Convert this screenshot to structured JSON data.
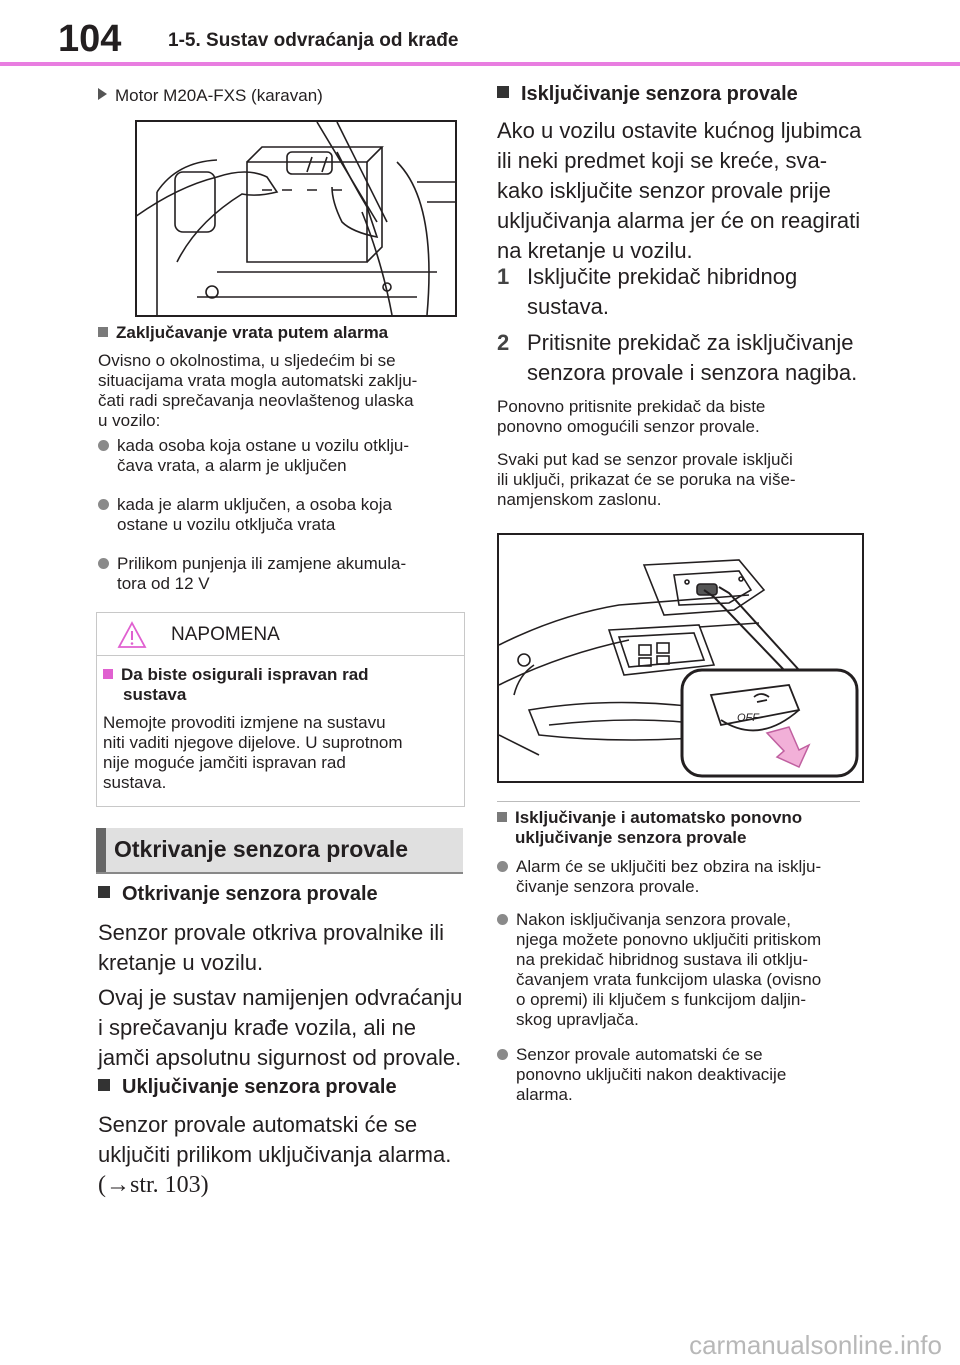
{
  "header": {
    "page_number": "104",
    "title": "1-5. Sustav odvraćanja od krađe"
  },
  "left": {
    "engine_label": "Motor M20A-FXS (karavan)",
    "lock_heading": "Zaključavanje vrata putem alarma",
    "lock_intro": [
      "Ovisno o okolnostima, u sljedećim bi se",
      "situacijama vrata mogla automatski zaklju-",
      "čati radi sprečavanja neovlaštenog ulaska",
      "u vozilo:"
    ],
    "lock_bullets": [
      [
        "kada osoba koja ostane u vozilu otklju-",
        "čava vrata, a alarm je uključen"
      ],
      [
        "kada je alarm uključen, a osoba koja",
        "ostane u vozilu otključa vrata"
      ],
      [
        "Prilikom punjenja ili zamjene akumula-",
        "tora od 12 V"
      ]
    ],
    "note_title": "NAPOMENA",
    "note_heading": [
      "Da biste osigurali ispravan rad",
      "sustava"
    ],
    "note_body": [
      "Nemojte provoditi izmjene na sustavu",
      "niti vaditi njegove dijelove. U suprotnom",
      "nije moguće jamčiti ispravan rad",
      "sustava."
    ],
    "section_title": "Otkrivanje senzora provale",
    "detect_heading": "Otkrivanje senzora provale",
    "detect_p1": [
      "Senzor provale otkriva provalnike ili",
      "kretanje u vozilu."
    ],
    "detect_p2": [
      "Ovaj je sustav namijenjen odvraćanju",
      "i sprečavanju krađe vozila, ali ne",
      "jamči apsolutnu sigurnost od provale."
    ],
    "enable_heading": "Uključivanje senzora provale",
    "enable_p": [
      "Senzor provale automatski će se",
      "uključiti prilikom uključivanja alarma."
    ],
    "enable_ref": "(→str. 103)"
  },
  "right": {
    "disable_heading": "Isključivanje senzora provale",
    "disable_p": [
      "Ako u vozilu ostavite kućnog ljubimca",
      "ili neki predmet koji se kreće, sva-",
      "kako isključite senzor provale prije",
      "uključivanja alarma jer će on reagirati",
      "na kretanje u vozilu."
    ],
    "steps": [
      {
        "num": "1",
        "lines": [
          "Isključite prekidač hibridnog",
          "sustava."
        ]
      },
      {
        "num": "2",
        "lines": [
          "Pritisnite prekidač za isključivanje",
          "senzora provale i senzora nagiba."
        ]
      }
    ],
    "after_p1": [
      "Ponovno pritisnite prekidač da biste",
      "ponovno omogućili senzor provale."
    ],
    "after_p2": [
      "Svaki put kad se senzor provale isključi",
      "ili uključi, prikazat će se poruka na više-",
      "namjenskom zaslonu."
    ],
    "switch_label": "OFF",
    "auto_heading": [
      "Isključivanje i automatsko ponovno",
      "uključivanje senzora provale"
    ],
    "auto_bullets": [
      [
        "Alarm će se uključiti bez obzira na isklju-",
        "čivanje senzora provale."
      ],
      [
        "Nakon isključivanja senzora provale,",
        "njega možete ponovno uključiti pritiskom",
        "na prekidač hibridnog sustava ili otklju-",
        "čavanjem vrata funkcijom ulaska (ovisno",
        "o opremi) ili ključem s funkcijom daljin-",
        "skog upravljača."
      ],
      [
        "Senzor provale automatski će se",
        "ponovno uključiti nakon deaktivacije",
        "alarma."
      ]
    ]
  },
  "footer": {
    "watermark": "carmanualsonline.info"
  }
}
